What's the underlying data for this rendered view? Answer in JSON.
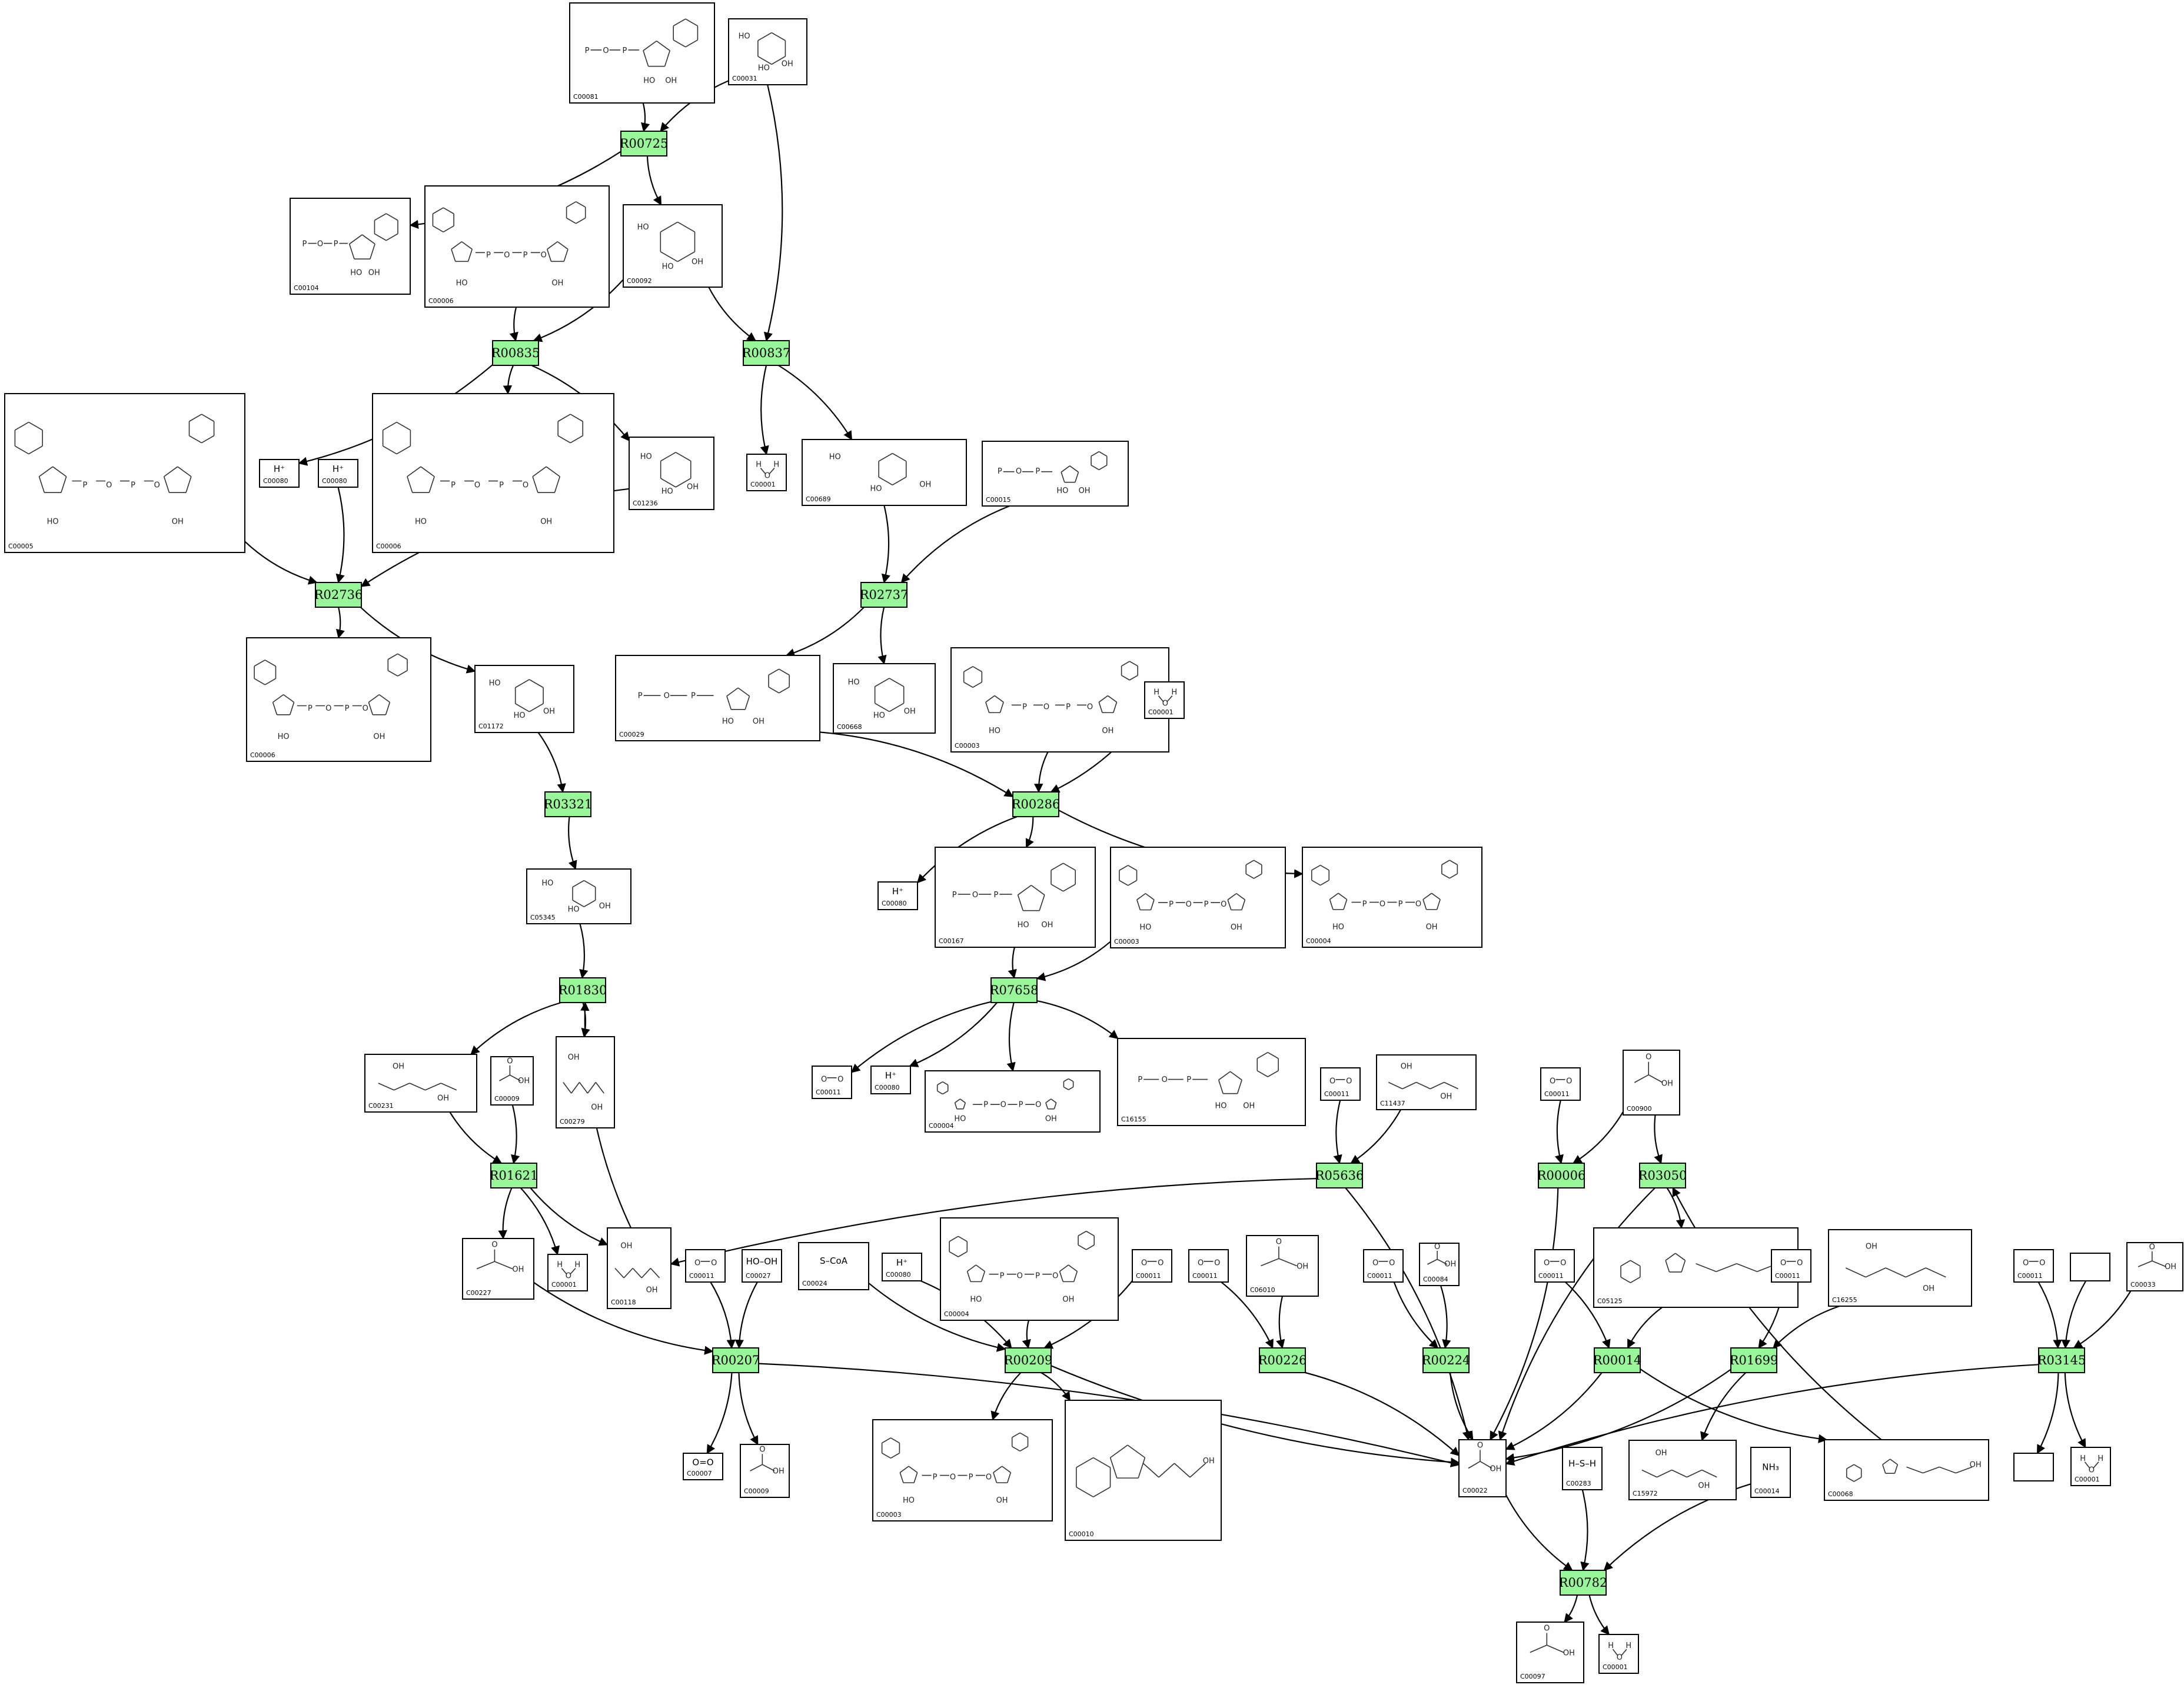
{
  "reactions": [
    {
      "id": "R00725",
      "label": "R00725"
    },
    {
      "id": "R00835",
      "label": "R00835"
    },
    {
      "id": "R00837",
      "label": "R00837"
    },
    {
      "id": "R02736",
      "label": "R02736"
    },
    {
      "id": "R02737",
      "label": "R02737"
    },
    {
      "id": "R03321",
      "label": "R03321"
    },
    {
      "id": "R00286",
      "label": "R00286"
    },
    {
      "id": "R01830",
      "label": "R01830"
    },
    {
      "id": "R07658",
      "label": "R07658"
    },
    {
      "id": "R01621",
      "label": "R01621"
    },
    {
      "id": "R05636",
      "label": "R05636"
    },
    {
      "id": "R00006",
      "label": "R00006"
    },
    {
      "id": "R03050",
      "label": "R03050"
    },
    {
      "id": "R00207",
      "label": "R00207"
    },
    {
      "id": "R00209",
      "label": "R00209"
    },
    {
      "id": "R00226",
      "label": "R00226"
    },
    {
      "id": "R00224",
      "label": "R00224"
    },
    {
      "id": "R00014",
      "label": "R00014"
    },
    {
      "id": "R01699",
      "label": "R01699"
    },
    {
      "id": "R03145",
      "label": "R03145"
    },
    {
      "id": "R00782",
      "label": "R00782"
    }
  ],
  "compounds": [
    {
      "id": "n1",
      "label": "C00081",
      "kind": "nucleotide"
    },
    {
      "id": "n2",
      "label": "C00031",
      "kind": "sugar"
    },
    {
      "id": "n3",
      "label": "C00104",
      "kind": "nucleotide"
    },
    {
      "id": "n4",
      "label": "C00006",
      "kind": "dinucleotide"
    },
    {
      "id": "n5",
      "label": "C00092",
      "kind": "sugar"
    },
    {
      "id": "n6",
      "label": "C00005",
      "kind": "dinucleotide"
    },
    {
      "id": "n7",
      "label": "C00080",
      "kind": "symbol",
      "symbol": "H⁺"
    },
    {
      "id": "n8",
      "label": "C00080",
      "kind": "symbol",
      "symbol": "H⁺"
    },
    {
      "id": "n9",
      "label": "C00006",
      "kind": "dinucleotide"
    },
    {
      "id": "n10",
      "label": "C01236",
      "kind": "sugar"
    },
    {
      "id": "n11",
      "label": "C00001",
      "kind": "water"
    },
    {
      "id": "n12",
      "label": "C00689",
      "kind": "sugar"
    },
    {
      "id": "n13",
      "label": "C00015",
      "kind": "nucleotide"
    },
    {
      "id": "n14",
      "label": "C00006",
      "kind": "dinucleotide"
    },
    {
      "id": "n15",
      "label": "C01172",
      "kind": "sugar"
    },
    {
      "id": "n16",
      "label": "C00029",
      "kind": "nucleotide"
    },
    {
      "id": "n17",
      "label": "C00668",
      "kind": "sugar"
    },
    {
      "id": "n18",
      "label": "C00003",
      "kind": "dinucleotide"
    },
    {
      "id": "n19",
      "label": "C00001",
      "kind": "water"
    },
    {
      "id": "n20",
      "label": "C05345",
      "kind": "sugar"
    },
    {
      "id": "n21",
      "label": "C00080",
      "kind": "symbol",
      "symbol": "H⁺"
    },
    {
      "id": "n22",
      "label": "C00167",
      "kind": "nucleotide"
    },
    {
      "id": "n23",
      "label": "C00003",
      "kind": "dinucleotide"
    },
    {
      "id": "n24",
      "label": "C00004",
      "kind": "dinucleotide"
    },
    {
      "id": "n25",
      "label": "C00231",
      "kind": "chain"
    },
    {
      "id": "n26",
      "label": "C00009",
      "kind": "small"
    },
    {
      "id": "n27",
      "label": "C00279",
      "kind": "chain"
    },
    {
      "id": "n28",
      "label": "C00011",
      "kind": "co2"
    },
    {
      "id": "n29",
      "label": "C00080",
      "kind": "symbol",
      "symbol": "H⁺"
    },
    {
      "id": "n30",
      "label": "C00004",
      "kind": "dinucleotide"
    },
    {
      "id": "n31",
      "label": "C16155",
      "kind": "nucleotide"
    },
    {
      "id": "n32",
      "label": "C00011",
      "kind": "co2"
    },
    {
      "id": "n33",
      "label": "C11437",
      "kind": "chain"
    },
    {
      "id": "n34",
      "label": "C00011",
      "kind": "co2"
    },
    {
      "id": "n35",
      "label": "C00900",
      "kind": "small"
    },
    {
      "id": "n36",
      "label": "C00227",
      "kind": "small"
    },
    {
      "id": "n37",
      "label": "C00001",
      "kind": "water"
    },
    {
      "id": "n38",
      "label": "C00118",
      "kind": "chain"
    },
    {
      "id": "n39",
      "label": "C00011",
      "kind": "co2"
    },
    {
      "id": "n40",
      "label": "C00027",
      "kind": "symbol",
      "symbol": "HO–OH"
    },
    {
      "id": "n41",
      "label": "C00024",
      "kind": "symbol",
      "symbol": "S–CoA"
    },
    {
      "id": "n42",
      "label": "C00080",
      "kind": "symbol",
      "symbol": "H⁺"
    },
    {
      "id": "n43",
      "label": "C00004",
      "kind": "dinucleotide"
    },
    {
      "id": "n44",
      "label": "C00011",
      "kind": "co2"
    },
    {
      "id": "n45",
      "label": "C00011",
      "kind": "co2"
    },
    {
      "id": "n46",
      "label": "C06010",
      "kind": "small"
    },
    {
      "id": "n47",
      "label": "C00011",
      "kind": "co2"
    },
    {
      "id": "n48",
      "label": "C00084",
      "kind": "small"
    },
    {
      "id": "n49",
      "label": "C00011",
      "kind": "co2"
    },
    {
      "id": "n50",
      "label": "C05125",
      "kind": "cofactor"
    },
    {
      "id": "n51",
      "label": "C00011",
      "kind": "co2"
    },
    {
      "id": "n52",
      "label": "C16255",
      "kind": "chain"
    },
    {
      "id": "n53",
      "label": "C00011",
      "kind": "co2"
    },
    {
      "id": "n54",
      "label": "",
      "kind": "empty"
    },
    {
      "id": "n55",
      "label": "C00033",
      "kind": "small"
    },
    {
      "id": "n56",
      "label": "C00007",
      "kind": "symbol",
      "symbol": "O=O"
    },
    {
      "id": "n57",
      "label": "C00009",
      "kind": "small"
    },
    {
      "id": "n58",
      "label": "C00003",
      "kind": "dinucleotide"
    },
    {
      "id": "n59",
      "label": "C00010",
      "kind": "cofactor"
    },
    {
      "id": "n60",
      "label": "C00022",
      "kind": "small"
    },
    {
      "id": "n61",
      "label": "C15972",
      "kind": "chain"
    },
    {
      "id": "n62",
      "label": "C00068",
      "kind": "cofactor"
    },
    {
      "id": "n63",
      "label": "",
      "kind": "empty"
    },
    {
      "id": "n64",
      "label": "C00001",
      "kind": "water"
    },
    {
      "id": "n65",
      "label": "C00283",
      "kind": "symbol",
      "symbol": "H–S–H"
    },
    {
      "id": "n66",
      "label": "C00014",
      "kind": "symbol",
      "symbol": "NH₃"
    },
    {
      "id": "n67",
      "label": "C00097",
      "kind": "small"
    },
    {
      "id": "n68",
      "label": "C00001",
      "kind": "water"
    }
  ],
  "edges": [
    {
      "from": "n1",
      "to": "R00725",
      "arrow": true
    },
    {
      "from": "n2",
      "to": "R00725",
      "arrow": true
    },
    {
      "from": "R00725",
      "to": "n3",
      "arrow": true
    },
    {
      "from": "R00725",
      "to": "n5",
      "arrow": true
    },
    {
      "from": "n2",
      "to": "R00837",
      "arrow": true
    },
    {
      "from": "n4",
      "to": "R00835",
      "arrow": true
    },
    {
      "from": "n5",
      "to": "R00835",
      "arrow": true
    },
    {
      "from": "n5",
      "to": "R00837",
      "arrow": true
    },
    {
      "from": "R00835",
      "to": "n7",
      "arrow": true
    },
    {
      "from": "R00835",
      "to": "n9",
      "arrow": true
    },
    {
      "from": "R00835",
      "to": "n10",
      "arrow": true
    },
    {
      "from": "R00837",
      "to": "n11",
      "arrow": true
    },
    {
      "from": "R00837",
      "to": "n12",
      "arrow": true
    },
    {
      "from": "n6",
      "to": "R02736",
      "arrow": true
    },
    {
      "from": "n8",
      "to": "R02736",
      "arrow": true
    },
    {
      "from": "n10",
      "to": "R02736",
      "arrow": true
    },
    {
      "from": "n12",
      "to": "R02737",
      "arrow": true
    },
    {
      "from": "n13",
      "to": "R02737",
      "arrow": true
    },
    {
      "from": "R02736",
      "to": "n14",
      "arrow": true
    },
    {
      "from": "R02736",
      "to": "n15",
      "arrow": true
    },
    {
      "from": "R02737",
      "to": "n16",
      "arrow": true
    },
    {
      "from": "R02737",
      "to": "n17",
      "arrow": true
    },
    {
      "from": "n15",
      "to": "R03321",
      "arrow": true
    },
    {
      "from": "R03321",
      "to": "n20",
      "arrow": true
    },
    {
      "from": "n16",
      "to": "R00286",
      "arrow": true
    },
    {
      "from": "n18",
      "to": "R00286",
      "arrow": true
    },
    {
      "from": "n19",
      "to": "R00286",
      "arrow": true
    },
    {
      "from": "R00286",
      "to": "n21",
      "arrow": true
    },
    {
      "from": "R00286",
      "to": "n22",
      "arrow": true
    },
    {
      "from": "R00286",
      "to": "n24",
      "arrow": true
    },
    {
      "from": "n20",
      "to": "R01830",
      "arrow": true
    },
    {
      "from": "n22",
      "to": "R07658",
      "arrow": true
    },
    {
      "from": "n23",
      "to": "R07658",
      "arrow": true
    },
    {
      "from": "R01830",
      "to": "n25",
      "arrow": true
    },
    {
      "from": "R01830",
      "to": "n27",
      "arrow": true
    },
    {
      "from": "R07658",
      "to": "n28",
      "arrow": true
    },
    {
      "from": "R07658",
      "to": "n29",
      "arrow": true
    },
    {
      "from": "R07658",
      "to": "n30",
      "arrow": true
    },
    {
      "from": "R07658",
      "to": "n31",
      "arrow": true
    },
    {
      "from": "n25",
      "to": "R01621",
      "arrow": true
    },
    {
      "from": "n26",
      "to": "R01621",
      "arrow": true
    },
    {
      "from": "R01621",
      "to": "n36",
      "arrow": true
    },
    {
      "from": "R01621",
      "to": "n37",
      "arrow": true
    },
    {
      "from": "R01621",
      "to": "n38",
      "arrow": true
    },
    {
      "from": "n38",
      "to": "R01830",
      "arrow": true
    },
    {
      "from": "n32",
      "to": "R05636",
      "arrow": true
    },
    {
      "from": "n33",
      "to": "R05636",
      "arrow": true
    },
    {
      "from": "R05636",
      "to": "n38",
      "arrow": true
    },
    {
      "from": "R05636",
      "to": "n60",
      "arrow": true
    },
    {
      "from": "n34",
      "to": "R00006",
      "arrow": true
    },
    {
      "from": "n35",
      "to": "R00006",
      "arrow": true
    },
    {
      "from": "n35",
      "to": "R03050",
      "arrow": true
    },
    {
      "from": "R00006",
      "to": "n60",
      "arrow": true
    },
    {
      "from": "R03050",
      "to": "n60",
      "arrow": true
    },
    {
      "from": "R03050",
      "to": "n50",
      "arrow": true
    },
    {
      "from": "n36",
      "to": "R00207",
      "arrow": true
    },
    {
      "from": "n39",
      "to": "R00207",
      "arrow": true
    },
    {
      "from": "n40",
      "to": "R00207",
      "arrow": true
    },
    {
      "from": "R00207",
      "to": "n56",
      "arrow": true
    },
    {
      "from": "R00207",
      "to": "n57",
      "arrow": true
    },
    {
      "from": "R00207",
      "to": "n60",
      "arrow": true
    },
    {
      "from": "n41",
      "to": "R00209",
      "arrow": true
    },
    {
      "from": "n42",
      "to": "R00209",
      "arrow": true
    },
    {
      "from": "n43",
      "to": "R00209",
      "arrow": true
    },
    {
      "from": "n44",
      "to": "R00209",
      "arrow": true
    },
    {
      "from": "R00209",
      "to": "n58",
      "arrow": true
    },
    {
      "from": "R00209",
      "to": "n59",
      "arrow": true
    },
    {
      "from": "R00209",
      "to": "n60",
      "arrow": true
    },
    {
      "from": "n45",
      "to": "R00226",
      "arrow": true
    },
    {
      "from": "n46",
      "to": "R00226",
      "arrow": true
    },
    {
      "from": "R00226",
      "to": "n60",
      "arrow": true
    },
    {
      "from": "n47",
      "to": "R00224",
      "arrow": true
    },
    {
      "from": "n48",
      "to": "R00224",
      "arrow": true
    },
    {
      "from": "R00224",
      "to": "n60",
      "arrow": true
    },
    {
      "from": "n49",
      "to": "R00014",
      "arrow": true
    },
    {
      "from": "n50",
      "to": "R00014",
      "arrow": true
    },
    {
      "from": "R00014",
      "to": "n60",
      "arrow": true
    },
    {
      "from": "R00014",
      "to": "n62",
      "arrow": true
    },
    {
      "from": "n51",
      "to": "R01699",
      "arrow": true
    },
    {
      "from": "n52",
      "to": "R01699",
      "arrow": true
    },
    {
      "from": "R01699",
      "to": "n60",
      "arrow": true
    },
    {
      "from": "R01699",
      "to": "n61",
      "arrow": true
    },
    {
      "from": "n53",
      "to": "R03145",
      "arrow": true
    },
    {
      "from": "n54",
      "to": "R03145",
      "arrow": true
    },
    {
      "from": "n55",
      "to": "R03145",
      "arrow": true
    },
    {
      "from": "R03145",
      "to": "n60",
      "arrow": true
    },
    {
      "from": "R03145",
      "to": "n63",
      "arrow": true
    },
    {
      "from": "R03145",
      "to": "n64",
      "arrow": true
    },
    {
      "from": "n62",
      "to": "R03050",
      "arrow": true
    },
    {
      "from": "n60",
      "to": "R00782",
      "arrow": true
    },
    {
      "from": "n65",
      "to": "R00782",
      "arrow": true
    },
    {
      "from": "n66",
      "to": "R00782",
      "arrow": true
    },
    {
      "from": "R00782",
      "to": "n67",
      "arrow": true
    },
    {
      "from": "R00782",
      "to": "n68",
      "arrow": true
    }
  ]
}
